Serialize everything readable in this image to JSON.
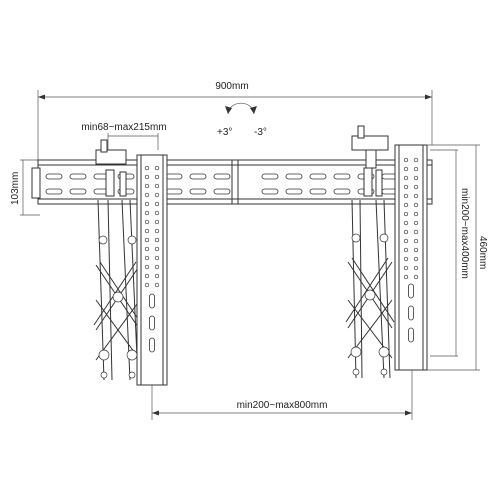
{
  "diagram": {
    "dimensions": {
      "overall_width": "900mm",
      "arm_offset": "min68~max215mm",
      "rail_height": "103mm",
      "tilt_plus": "+3°",
      "tilt_minus": "-3°",
      "vertical_range": "min200~max400mm",
      "arm_height": "460mm",
      "horizontal_range": "min200~max800mm"
    },
    "colors": {
      "line": "#333333",
      "background": "#ffffff"
    }
  }
}
